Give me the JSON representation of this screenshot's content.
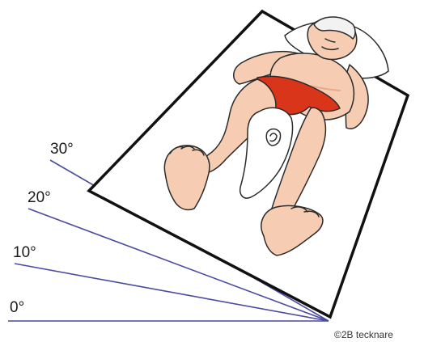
{
  "angles": [
    {
      "label": "0°",
      "degrees": 0
    },
    {
      "label": "10°",
      "degrees": 10
    },
    {
      "label": "20°",
      "degrees": 20
    },
    {
      "label": "30°",
      "degrees": 30
    }
  ],
  "copyright": "©2B tecknare",
  "colors": {
    "angle_line": "#4a4aa0",
    "board_stroke": "#111111",
    "skin": "#f6cdb3",
    "skin_shadow": "#e7a98a",
    "briefs": "#d8351a",
    "pillow": "#ffffff",
    "outline": "#2b2b2b"
  }
}
